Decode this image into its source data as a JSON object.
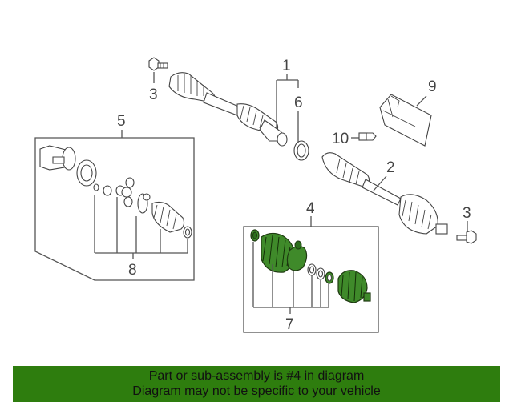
{
  "callouts": {
    "c1": "1",
    "c2": "2",
    "c3a": "3",
    "c3b": "3",
    "c4": "4",
    "c5": "5",
    "c6": "6",
    "c7": "7",
    "c8": "8",
    "c9": "9",
    "c10": "10"
  },
  "banner": {
    "line1": "Part or sub-assembly is #4 in diagram",
    "line2": "Diagram may not be specific to your vehicle"
  },
  "colors": {
    "highlight": "#3f8a2a",
    "banner": "#2e7d0e"
  }
}
